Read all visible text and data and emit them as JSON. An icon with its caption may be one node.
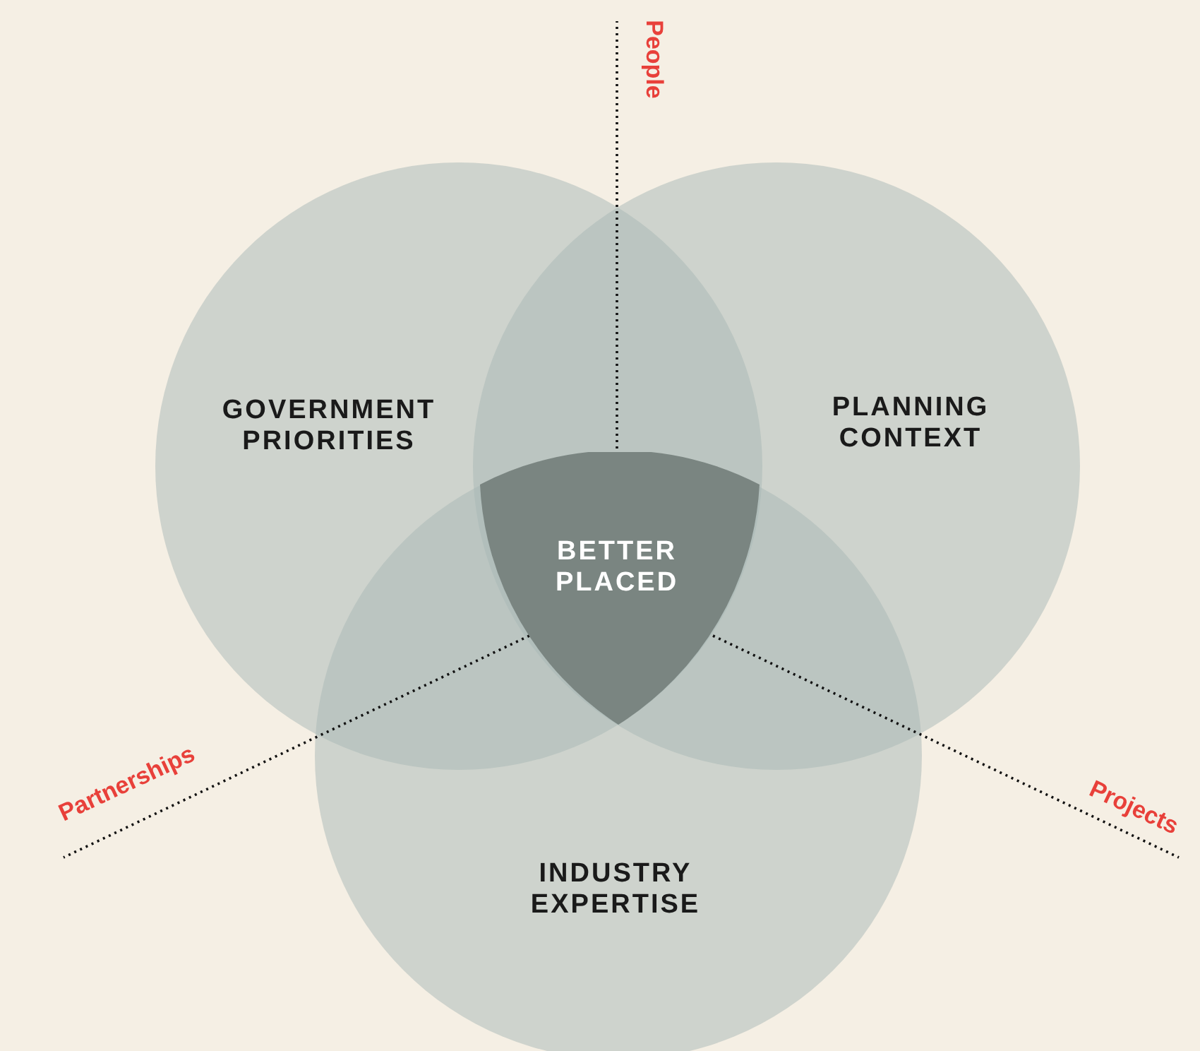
{
  "diagram": {
    "nodes": [
      {
        "text": [
          "GOVERNMENT PRIORITIES"
        ]
      },
      {
        "text": [
          "PLANNING CONTEXT"
        ]
      },
      {
        "text": [
          "INDUSTRY EXPERTISE"
        ]
      },
      {
        "text": [
          "BETTER PLACED"
        ]
      }
    ],
    "labels": [
      "People",
      "Partnerships",
      "Projects"
    ]
  }
}
